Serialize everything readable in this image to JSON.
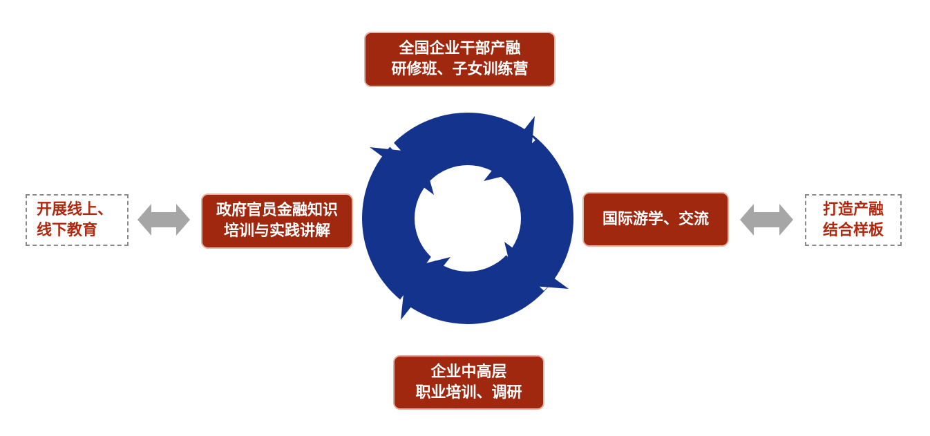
{
  "center_cycle": {
    "color": "#14338c",
    "segments": 4
  },
  "nodes": {
    "top": {
      "lines": [
        "全国企业干部产融",
        "研修班、子女训练营"
      ]
    },
    "left": {
      "lines": [
        "政府官员金融知识",
        "培训与实践讲解"
      ]
    },
    "right": {
      "lines": [
        "国际游学、交流"
      ]
    },
    "bottom": {
      "lines": [
        "企业中高层",
        "职业培训、调研"
      ]
    }
  },
  "side_notes": {
    "left": {
      "lines": [
        "开展线上、",
        "线下教育"
      ]
    },
    "right": {
      "lines": [
        "打造产融",
        "结合样板"
      ]
    }
  },
  "connectors": {
    "left_arrow": {
      "type": "double-arrow",
      "color": "#a6a6a6"
    },
    "right_arrow": {
      "type": "double-arrow",
      "color": "#a6a6a6"
    }
  },
  "colors": {
    "node_fill": "#a0280f",
    "node_border": "#e3b4a6",
    "note_text": "#b0280e",
    "note_border": "#8a8a8a"
  }
}
